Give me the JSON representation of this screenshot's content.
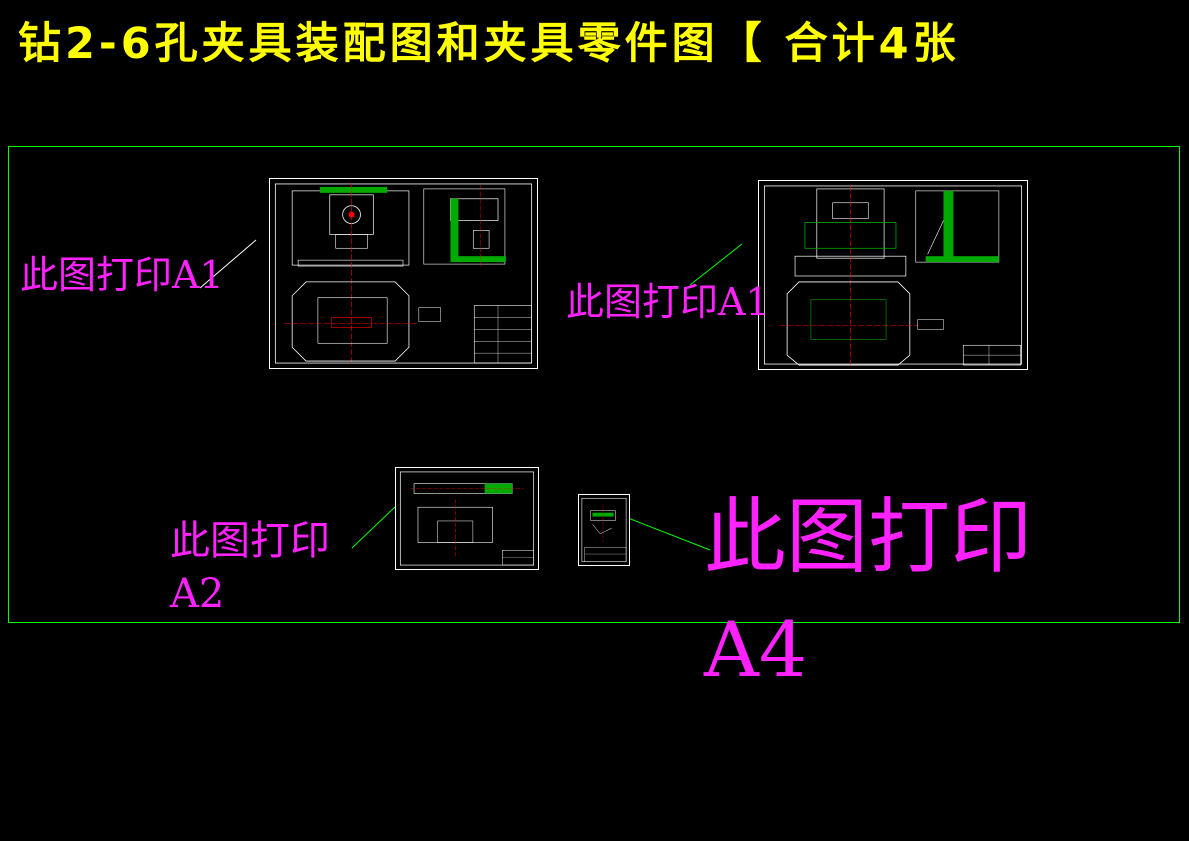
{
  "window": {
    "title": "钻2-6孔夹具装配图和夹具零件图【 合计4张"
  },
  "labels": {
    "a1_left": "此图打印A1",
    "a1_right": "此图打印A1",
    "a2_line1": "此图打印",
    "a2_line2": "A2",
    "a4_line1": "此图打印",
    "a4_line2": "A4"
  },
  "colors": {
    "background": "#000000",
    "title": "#ffff00",
    "frame": "#00ff00",
    "label": "#ff22ff",
    "sheet_border": "#ffffff",
    "center_line": "#ff0000"
  }
}
